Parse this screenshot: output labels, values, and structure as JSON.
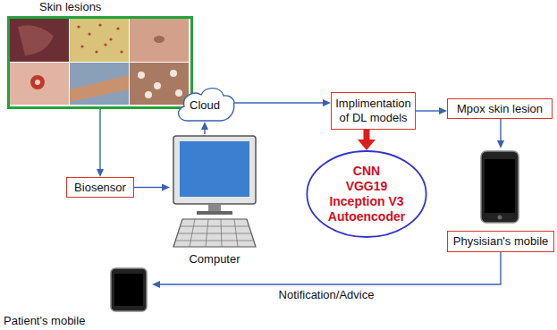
{
  "diagram": {
    "nodes": [
      {
        "text": [
          "Skin lesions"
        ]
      },
      {
        "text": [
          "Biosensor"
        ]
      },
      {
        "text": [
          "Computer"
        ]
      },
      {
        "text": [
          "Cloud"
        ]
      },
      {
        "text": [
          "Implimentation of DL models"
        ]
      },
      {
        "text": [
          "CNN",
          "VGG19",
          "Inception V3",
          "Autoencoder"
        ]
      },
      {
        "text": [
          "Mpox skin lesion"
        ]
      },
      {
        "text": [
          "Physisian's mobile"
        ]
      },
      {
        "text": [
          "Patient's mobile"
        ]
      }
    ],
    "edges": [
      {
        "from": 0,
        "to": 1,
        "arrow": "to"
      },
      {
        "from": 1,
        "to": 2,
        "arrow": "to"
      },
      {
        "from": 2,
        "to": 3,
        "arrow": "to"
      },
      {
        "from": 3,
        "to": 4,
        "arrow": "to"
      },
      {
        "from": 4,
        "to": 5,
        "arrow": "to"
      },
      {
        "from": 4,
        "to": 6,
        "arrow": "to"
      },
      {
        "from": 6,
        "to": 7,
        "arrow": "to"
      },
      {
        "from": 7,
        "to": 8,
        "arrow": "to",
        "label": "Notification/Advice"
      }
    ]
  }
}
